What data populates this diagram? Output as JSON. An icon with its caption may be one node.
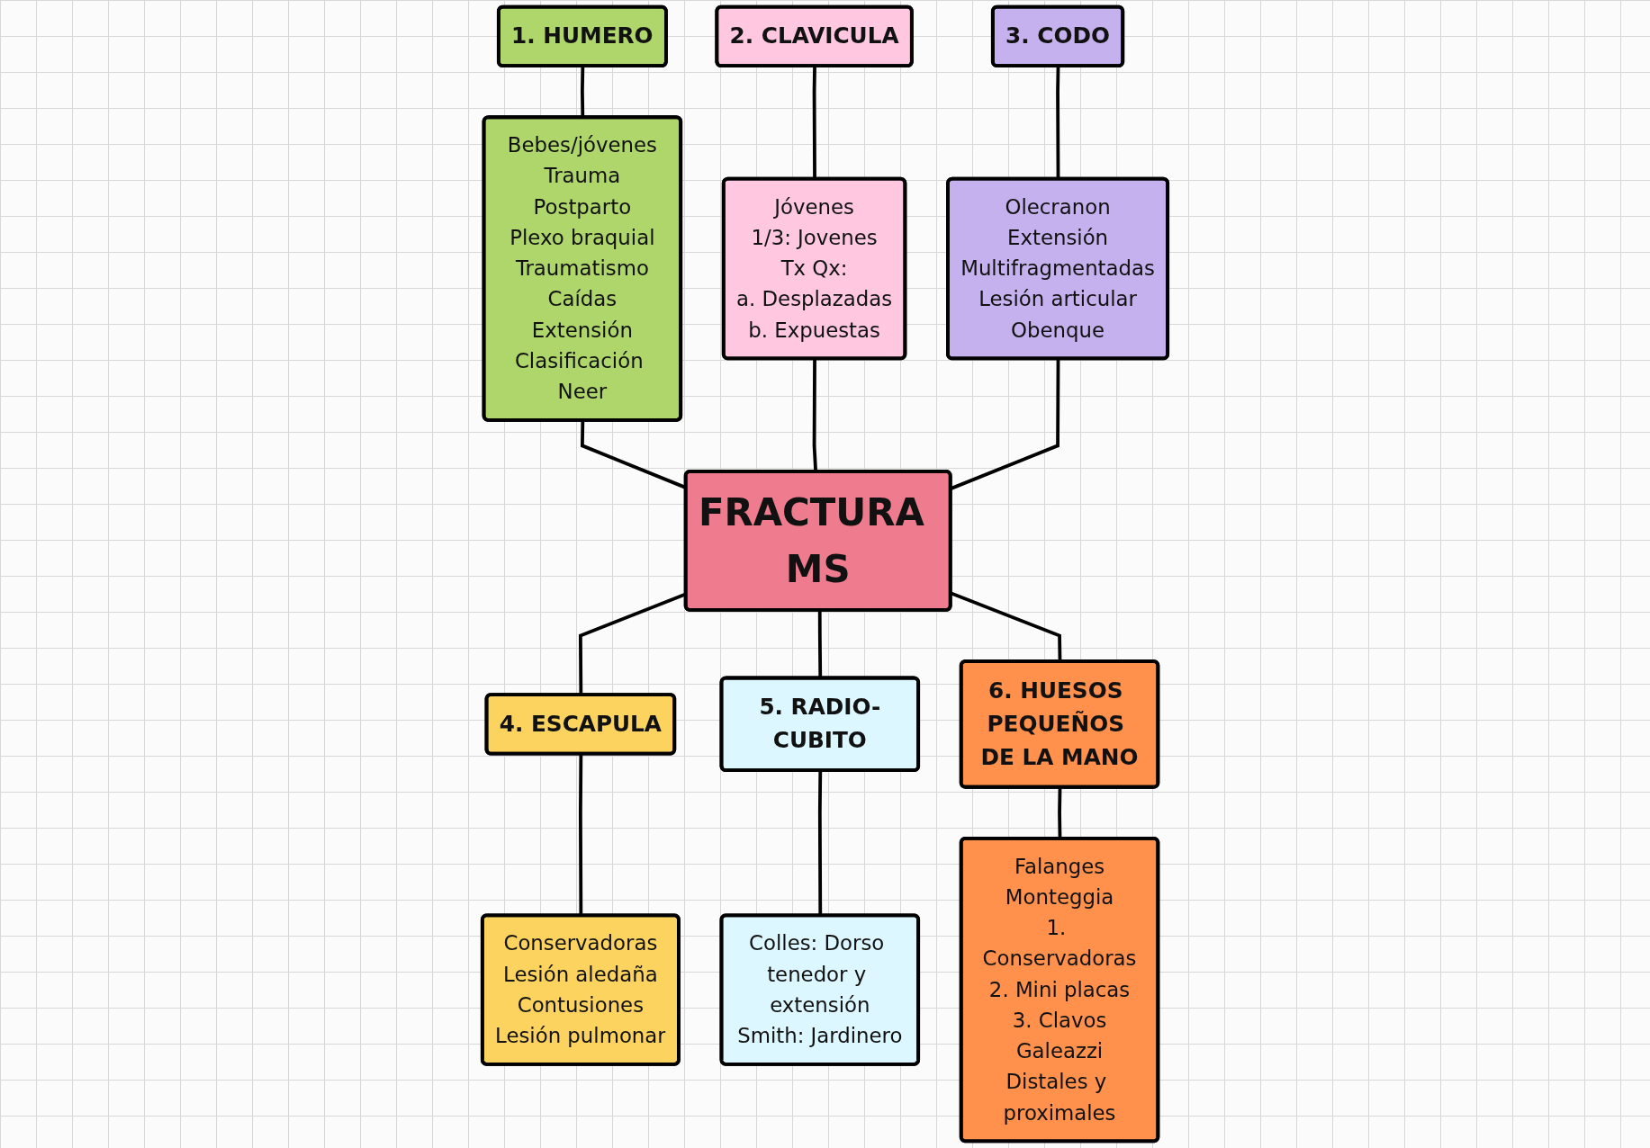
{
  "diagram": {
    "nodes": [
      {
        "text": [
          "1. HUMERO"
        ]
      },
      {
        "text": [
          "Bebes/jóvenes",
          "Trauma",
          "Postparto",
          "Plexo braquial",
          "Traumatismo",
          "Caídas",
          "Extensión",
          "Clasificación Neer"
        ]
      },
      {
        "text": [
          "2. CLAVICULA"
        ]
      },
      {
        "text": [
          "Jóvenes",
          "1/3: Jovenes",
          "Tx Qx:",
          "a. Desplazadas",
          "b. Expuestas"
        ]
      },
      {
        "text": [
          "3. CODO"
        ]
      },
      {
        "text": [
          "Olecranon",
          "Extensión",
          "Multifragmentadas",
          "Lesión articular",
          "Obenque"
        ]
      },
      {
        "text": [
          "FRACTURA MS"
        ]
      },
      {
        "text": [
          "4. ESCAPULA"
        ]
      },
      {
        "text": [
          "Conservadoras",
          "Lesión aledaña",
          "Contusiones",
          "Lesión pulmonar"
        ]
      },
      {
        "text": [
          "5. RADIO-CUBITO"
        ]
      },
      {
        "text": [
          "Colles: Dorso tenedor y extensión",
          "Smith: Jardinero"
        ]
      },
      {
        "text": [
          "6. HUESOS PEQUEÑOS DE LA MANO"
        ]
      },
      {
        "text": [
          "Falanges",
          "Monteggia",
          "1. Conservadoras",
          "2. Mini placas",
          "3. Clavos",
          "Galeazzi",
          "Distales y proximales"
        ]
      }
    ],
    "edges": [
      {
        "from": 0,
        "to": 1,
        "arrow": "none"
      },
      {
        "from": 2,
        "to": 3,
        "arrow": "none"
      },
      {
        "from": 4,
        "to": 5,
        "arrow": "none"
      },
      {
        "from": 1,
        "to": 6,
        "arrow": "none"
      },
      {
        "from": 3,
        "to": 6,
        "arrow": "none"
      },
      {
        "from": 5,
        "to": 6,
        "arrow": "none"
      },
      {
        "from": 6,
        "to": 7,
        "arrow": "none"
      },
      {
        "from": 6,
        "to": 9,
        "arrow": "none"
      },
      {
        "from": 6,
        "to": 11,
        "arrow": "none"
      },
      {
        "from": 7,
        "to": 8,
        "arrow": "none"
      },
      {
        "from": 9,
        "to": 10,
        "arrow": "none"
      },
      {
        "from": 11,
        "to": 12,
        "arrow": "none"
      }
    ]
  }
}
